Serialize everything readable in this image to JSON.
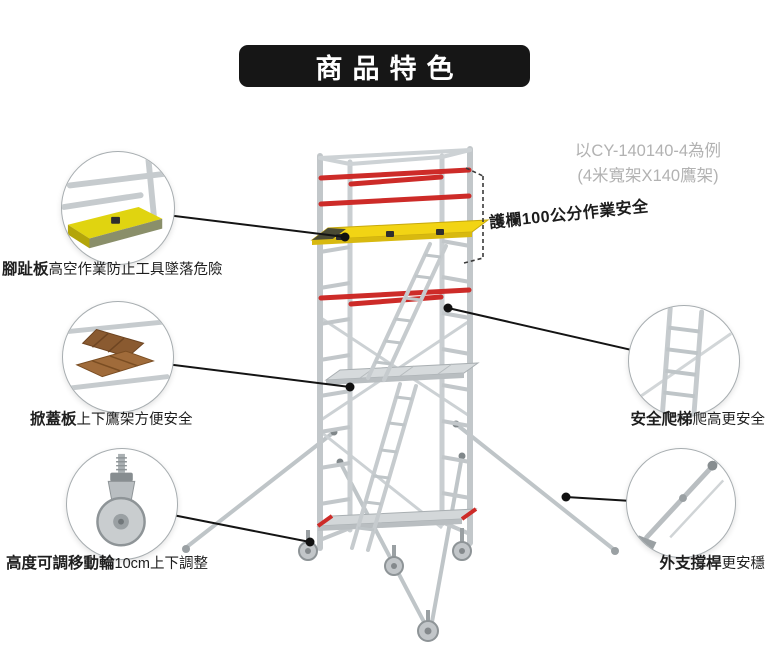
{
  "header": {
    "title": "商品特色"
  },
  "model_note": {
    "line1": "以CY-140140-4為例",
    "line2": "(4米寬架X140鷹架)"
  },
  "guardrail_label": "護欄100公分作業安全",
  "callouts": [
    {
      "id": "toe-board",
      "image": "toe-board-detail",
      "bold": "腳趾板",
      "rest": "高空作業防止工具墜落危險"
    },
    {
      "id": "flip-board",
      "image": "flip-board-detail",
      "bold": "掀蓋板",
      "rest": "上下鷹架方便安全"
    },
    {
      "id": "caster",
      "image": "caster-wheel-detail",
      "bold": "高度可調移動輪",
      "rest": "10cm上下調整"
    },
    {
      "id": "ladder",
      "image": "safety-ladder-detail",
      "bold": "安全爬梯",
      "rest": "爬高更安全"
    },
    {
      "id": "outrigger",
      "image": "outrigger-detail",
      "bold": "外支撐桿",
      "rest": "更安穩"
    }
  ],
  "colors": {
    "banner_bg": "#161616",
    "accent_red": "#cd2b28",
    "platform_yellow": "#f2d414",
    "note_gray": "#b2b2b2",
    "aluminum": "#c2c7ca"
  }
}
